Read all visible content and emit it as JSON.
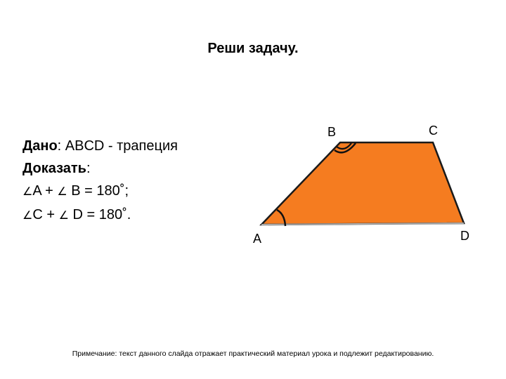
{
  "title": "Реши задачу.",
  "given": {
    "given_label": "Дано",
    "given_text": ": ABCD - трапеция",
    "prove_label": "Доказать",
    "prove_colon": ":",
    "angle_symbol": "∠",
    "statement1": {
      "a": "A + ",
      "b": " B = 180˚;"
    },
    "statement2": {
      "a": "C + ",
      "b": " D = 180˚."
    }
  },
  "figure": {
    "fill_color": "#F57C20",
    "vertices": {
      "A": "A",
      "B": "B",
      "C": "C",
      "D": "D"
    }
  },
  "note": "Примечание: текст данного слайда отражает практический материал урока и подлежит редактированию."
}
